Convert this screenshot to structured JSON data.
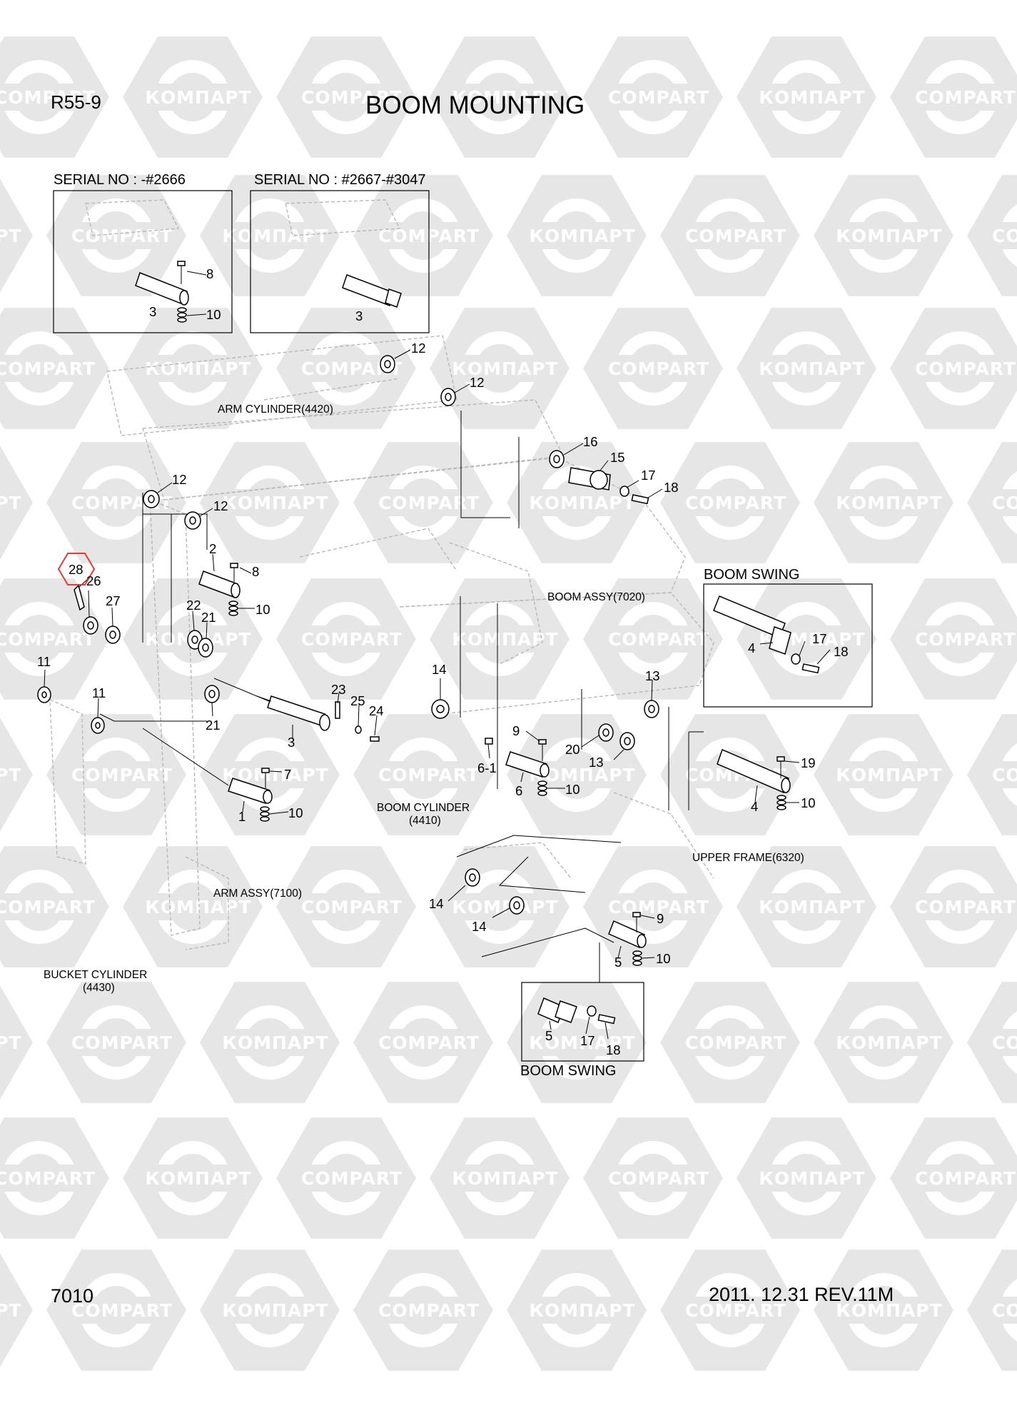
{
  "header": {
    "model": "R55-9",
    "title": "BOOM MOUNTING"
  },
  "footer": {
    "sheet": "7010",
    "revision": "2011. 12.31 REV.11M"
  },
  "watermark": {
    "latin": "COMPART",
    "cyrillic": "КОМПАРТ",
    "color": "#e6e6e6"
  },
  "captions": {
    "serial_a": "SERIAL NO : -#2666",
    "serial_b": "SERIAL NO : #2667-#3047",
    "boom_swing_top": "BOOM SWING",
    "boom_swing_bottom": "BOOM SWING"
  },
  "labels": {
    "arm_cylinder": "ARM CYLINDER(4420)",
    "boom_assy": "BOOM ASSY(7020)",
    "boom_cylinder": "BOOM CYLINDER",
    "boom_cylinder_code": "(4410)",
    "upper_frame": "UPPER FRAME(6320)",
    "arm_assy": "ARM ASSY(7100)",
    "bucket_cylinder": "BUCKET CYLINDER",
    "bucket_cylinder_code": "(4430)"
  },
  "highlight": {
    "part": "28",
    "color": "#e53935"
  },
  "callouts": {
    "n1": "8",
    "n2": "3",
    "n3": "10",
    "n4": "3",
    "n5": "12",
    "n6": "12",
    "n7": "16",
    "n8": "15",
    "n9": "17",
    "n10": "18",
    "n11": "12",
    "n12": "12",
    "n13": "2",
    "n14": "8",
    "n15": "28",
    "n16": "26",
    "n17": "27",
    "n18": "22",
    "n19": "21",
    "n20": "10",
    "n21": "4",
    "n22": "17",
    "n23": "18",
    "n24": "11",
    "n25": "11",
    "n26": "21",
    "n27": "23",
    "n28": "25",
    "n29": "24",
    "n30": "3",
    "n31": "14",
    "n32": "13",
    "n33": "9",
    "n34": "20",
    "n35": "13",
    "n36": "6-1",
    "n37": "6",
    "n38": "10",
    "n39": "7",
    "n40": "1",
    "n41": "10",
    "n42": "19",
    "n43": "4",
    "n44": "10",
    "n45": "14",
    "n46": "14",
    "n47": "9",
    "n48": "5",
    "n49": "10",
    "n50": "5",
    "n51": "17",
    "n52": "18"
  }
}
